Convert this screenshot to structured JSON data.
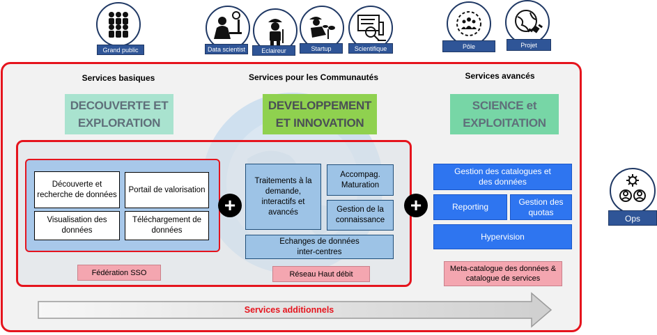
{
  "personas": {
    "grand_public": "Grand public",
    "data_scientist": "Data scientist",
    "eclaireur": "Eclaireur",
    "startup": "Startup",
    "scientifique": "Scientifique",
    "pole": "Pôle",
    "projet": "Projet",
    "ops": "Ops"
  },
  "columns": {
    "basic": {
      "heading": "Services basiques",
      "category_line1": "DECOUVERTE ET",
      "category_line2": "EXPLORATION"
    },
    "communities": {
      "heading": "Services pour les Communautés",
      "category_line1": "DEVELOPPEMENT",
      "category_line2": "ET INNOVATION"
    },
    "advanced": {
      "heading": "Services avancés",
      "category_line1": "SCIENCE et",
      "category_line2": "EXPLOITATION"
    }
  },
  "basic_services": {
    "discovery": "Découverte et recherche de données",
    "portal": "Portail de valorisation",
    "visualisation": "Visualisation des données",
    "download": "Téléchargement de données",
    "federation": "Fédération SSO"
  },
  "community_services": {
    "processing": "Traitements à la demande, interactifs et avancés",
    "accompaniment": "Accompag. Maturation",
    "knowledge": "Gestion de la connaissance",
    "exchange": "Echanges de données inter-centres",
    "network": "Réseau Haut débit"
  },
  "advanced_services": {
    "catalogs": "Gestion des catalogues et des données",
    "reporting": "Reporting",
    "quotas": "Gestion des quotas",
    "hypervision": "Hypervision",
    "meta_catalog": "Meta-catalogue des données & catalogue de services"
  },
  "operators": {
    "plus1": "+",
    "plus2": "+"
  },
  "footer": {
    "additional": "Services additionnels"
  },
  "colors": {
    "red": "#e5141d",
    "category_teal": "#a9e3cf",
    "category_green": "#8fd14f",
    "category_mint": "#77d6a6",
    "steel": "#9dc3e6",
    "blue": "#2e75f0",
    "pink": "#f4a6b0",
    "persona_label": "#2f5597"
  }
}
